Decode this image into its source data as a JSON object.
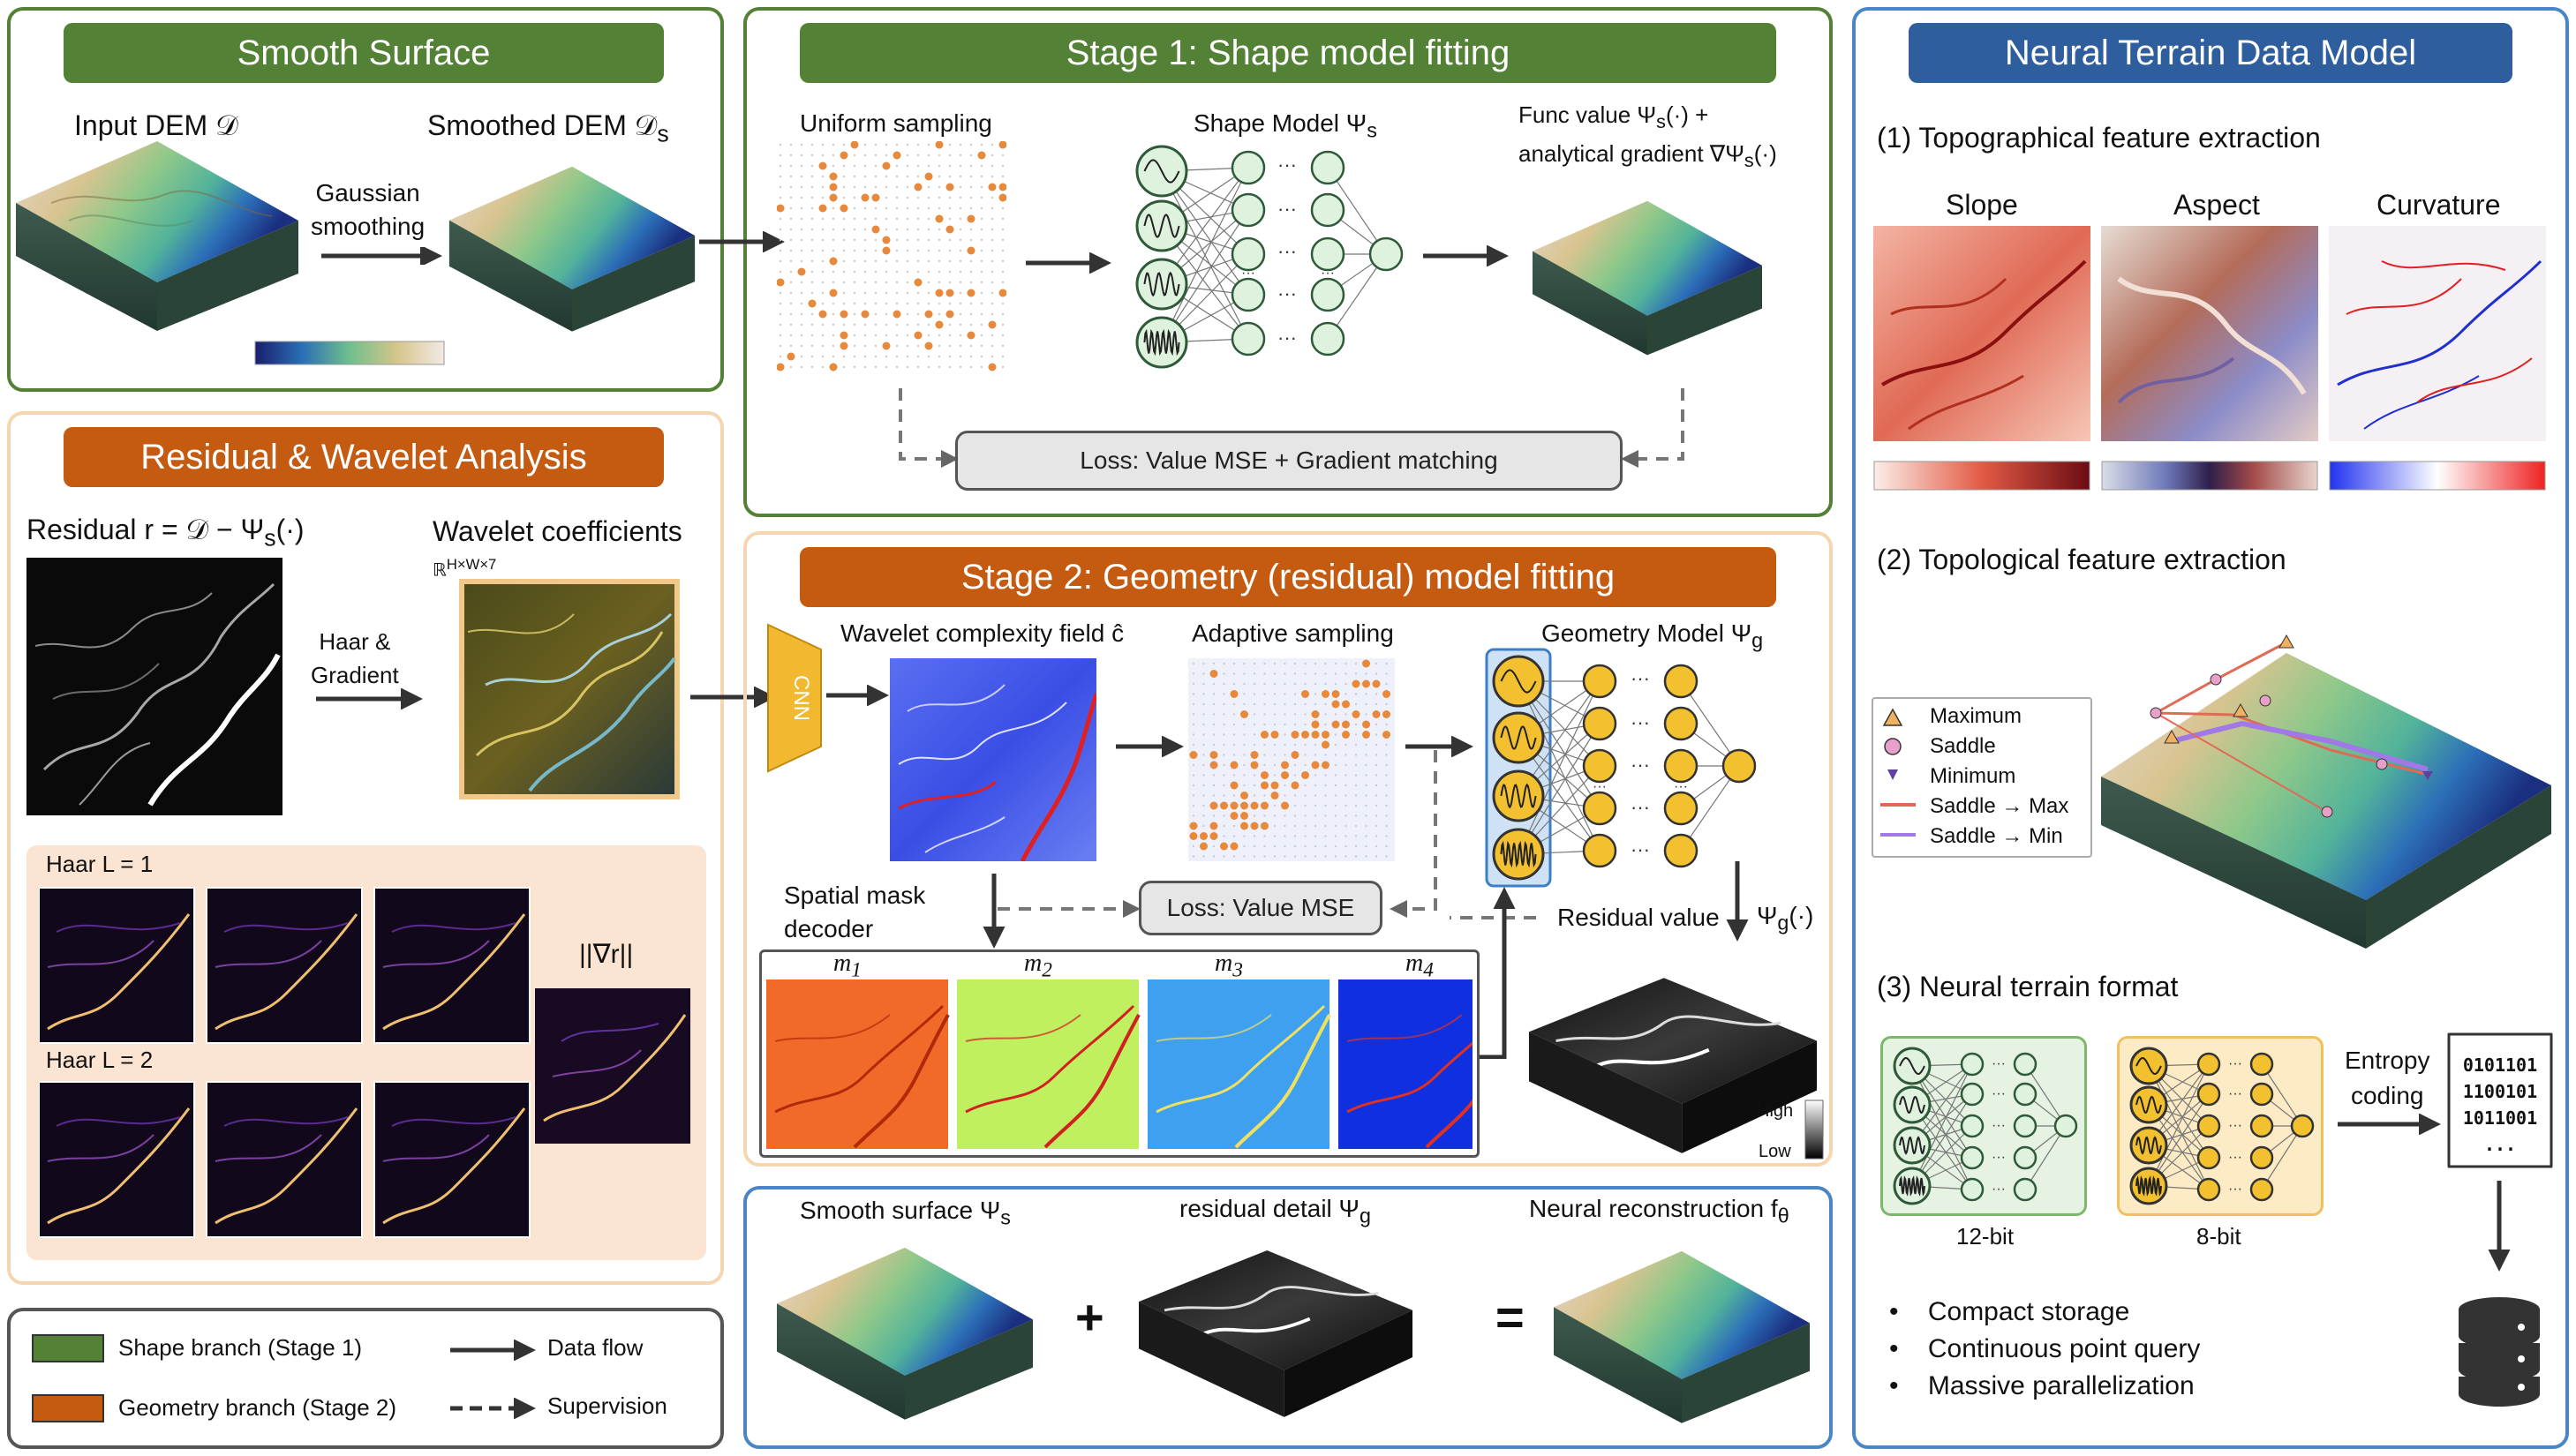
{
  "smooth_surface": {
    "title": "Smooth Surface",
    "input_label": "Input DEM 𝒟",
    "smoothed_label": "Smoothed DEM 𝒟",
    "smoothed_sub": "s",
    "op_label_1": "Gaussian",
    "op_label_2": "smoothing"
  },
  "stage1": {
    "title": "Stage 1: Shape model fitting",
    "uniform_sampling": "Uniform sampling",
    "shape_model": "Shape Model Ψ",
    "shape_model_sub": "s",
    "func_value_1": "Func value Ψ",
    "func_value_1b": "(·) +",
    "func_value_2": "analytical gradient ∇Ψ",
    "func_value_2b": "(·)",
    "sub_s": "s",
    "loss": "Loss: Value MSE + Gradient matching"
  },
  "residual": {
    "title": "Residual & Wavelet Analysis",
    "residual_label": "Residual r = 𝒟 − Ψ",
    "residual_sub": "s",
    "residual_tail": "(·)",
    "wavelet_label": "Wavelet coefficients",
    "wavelet_dim": "ℝ",
    "wavelet_dim_sup": "H×W×7",
    "op_label_1": "Haar &",
    "op_label_2": "Gradient",
    "haar_l1": "Haar L = 1",
    "haar_l2": "Haar L = 2",
    "grad_label": "||∇r||"
  },
  "stage2": {
    "title": "Stage 2: Geometry (residual) model fitting",
    "cnn": "CNN",
    "wavelet_field": "Wavelet complexity field ĉ",
    "adaptive_sampling": "Adaptive sampling",
    "geometry_model": "Geometry Model Ψ",
    "geometry_model_sub": "g",
    "loss": "Loss: Value MSE",
    "mask_decoder_1": "Spatial mask",
    "mask_decoder_2": "decoder",
    "residual_value": "Residual value",
    "psi_g_out": "Ψ",
    "psi_g_out_sub": "g",
    "psi_g_out_tail": "(·)",
    "masks": [
      "m1",
      "m2",
      "m3",
      "m4"
    ],
    "mask_names": [
      "m",
      "m",
      "m",
      "m"
    ],
    "mask_subs": [
      "1",
      "2",
      "3",
      "4"
    ],
    "legend_high": "High",
    "legend_low": "Low"
  },
  "reconstruction": {
    "smooth_label": "Smooth surface Ψ",
    "smooth_sub": "s",
    "residual_label": "residual detail Ψ",
    "residual_sub": "g",
    "neural_label": "Neural reconstruction f",
    "neural_sub": "θ",
    "plus": "+",
    "equals": "="
  },
  "legend": {
    "shape_branch": "Shape branch (Stage 1)",
    "geometry_branch": "Geometry branch (Stage 2)",
    "data_flow": "Data flow",
    "supervision": "Supervision"
  },
  "neural_terrain": {
    "title": "Neural Terrain Data Model",
    "topo_feature": "(1) Topographical feature extraction",
    "slope": "Slope",
    "aspect": "Aspect",
    "curvature": "Curvature",
    "topology_feature": "(2) Topological feature extraction",
    "legend_items": [
      "Maximum",
      "Saddle",
      "Minimum",
      "Saddle → Max",
      "Saddle → Min"
    ],
    "format_title": "(3) Neural terrain format",
    "bit12": "12-bit",
    "bit8": "8-bit",
    "entropy_1": "Entropy",
    "entropy_2": "coding",
    "binary_lines": [
      "0101101",
      "1100101",
      "1011001",
      "..."
    ],
    "bullets": [
      "Compact storage",
      "Continuous point query",
      "Massive parallelization"
    ]
  },
  "colors": {
    "green": "#538135",
    "orange": "#c55a11",
    "blue": "#2e5e9e",
    "sample_dot": "#e8883a",
    "node_green": "#dff2de",
    "node_yellow": "#f3c130"
  }
}
